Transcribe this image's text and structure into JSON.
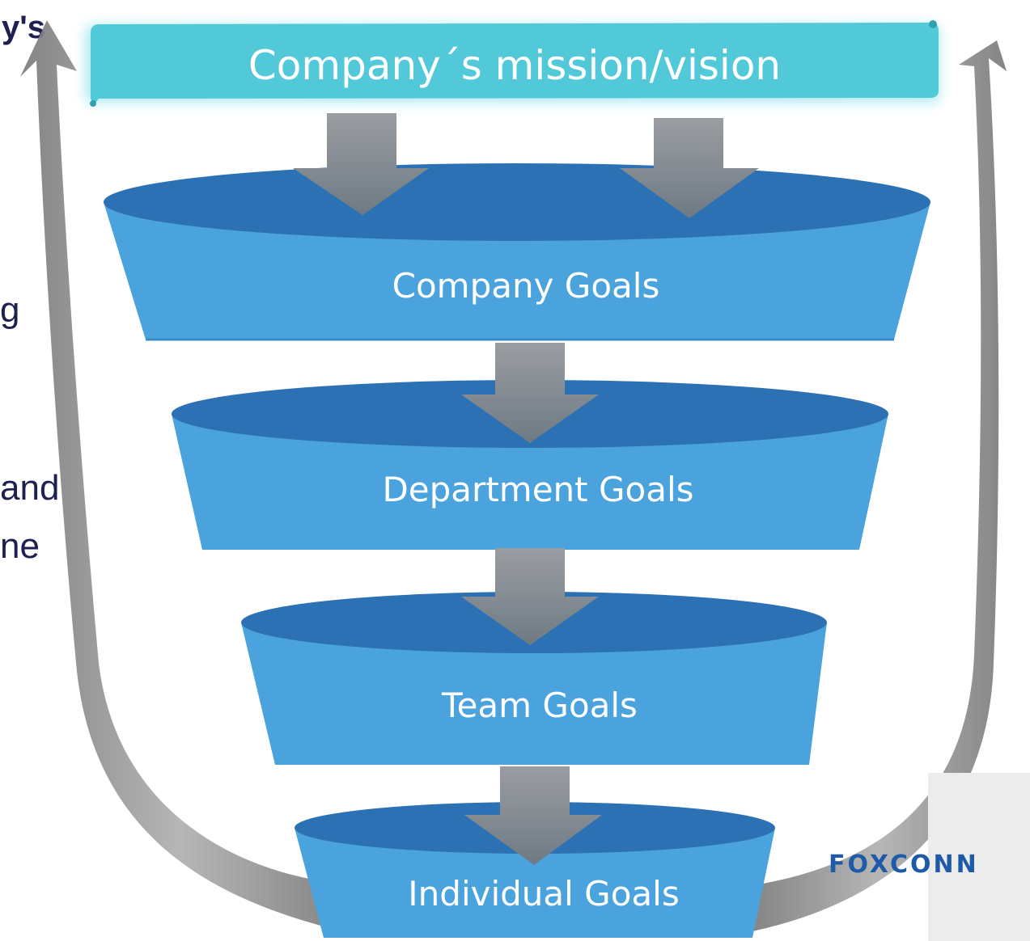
{
  "background_text": {
    "line1": "y's",
    "line2": "g",
    "line3": "and",
    "line4": "ne"
  },
  "mission": {
    "label": "Company´s mission/vision"
  },
  "tiers": [
    {
      "label": "Company Goals"
    },
    {
      "label": "Department Goals"
    },
    {
      "label": "Team Goals"
    },
    {
      "label": "Individual Goals"
    }
  ],
  "logo": {
    "text": "FOXCONN"
  },
  "colors": {
    "mission_banner": "#52c9d8",
    "tier_body": "#4aa3dc",
    "tier_top": "#2c71b4",
    "down_arrow": "#7f8890",
    "side_arrow": "#8a8a8a",
    "background_text": "#1d2050",
    "logo": "#1e5aa8"
  }
}
